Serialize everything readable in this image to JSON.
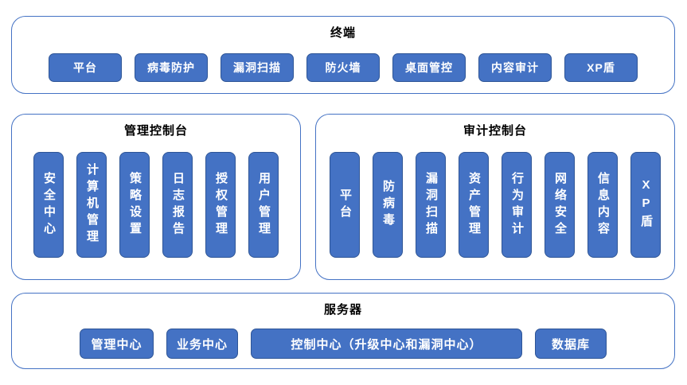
{
  "colors": {
    "box_fill": "#4472C4",
    "box_border": "#2E5596",
    "panel_border": "#4472C4",
    "box_text": "#FFFFFF",
    "title_text": "#000000",
    "background": "#FFFFFF"
  },
  "sections": {
    "terminal": {
      "title": "终端",
      "items": [
        "平台",
        "病毒防护",
        "漏洞扫描",
        "防火墙",
        "桌面管控",
        "内容审计",
        "XP盾"
      ]
    },
    "management_console": {
      "title": "管理控制台",
      "items": [
        "安全中心",
        "计算机管理",
        "策略设置",
        "日志报告",
        "授权管理",
        "用户管理"
      ]
    },
    "audit_console": {
      "title": "审计控制台",
      "items": [
        "平台",
        "防病毒",
        "漏洞扫描",
        "资产管理",
        "行为审计",
        "网络安全",
        "信息内容",
        "XP盾"
      ]
    },
    "server": {
      "title": "服务器",
      "items": [
        "管理中心",
        "业务中心",
        "控制中心（升级中心和漏洞中心）",
        "数据库"
      ]
    }
  }
}
